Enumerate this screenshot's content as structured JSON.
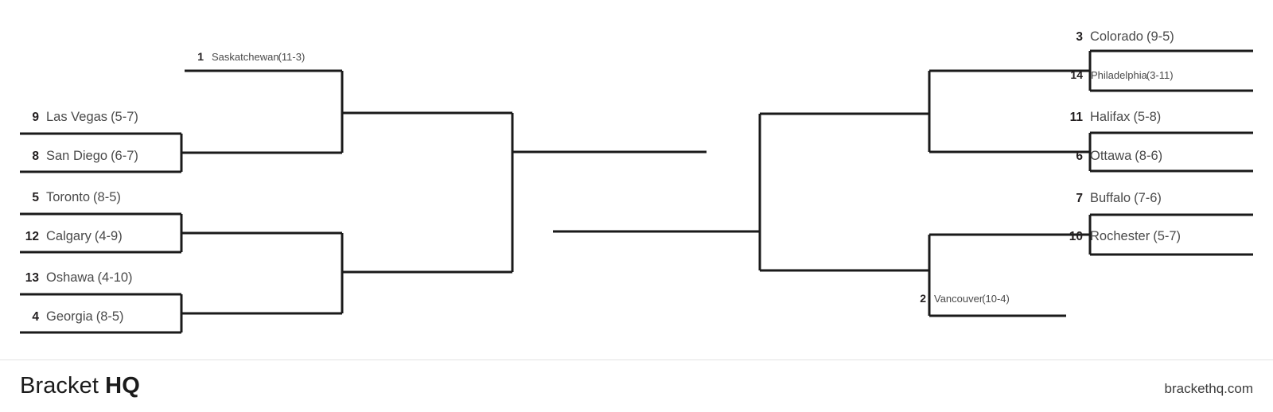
{
  "footer": {
    "brand_light": "Bracket",
    "brand_bold": "HQ",
    "site_url": "brackethq.com"
  },
  "bracket": {
    "line_color": "#1a1a1a",
    "text_color": "#4a4a4a",
    "seed_color": "#231f20",
    "left": {
      "round1": [
        {
          "seed": "1",
          "name": "Saskatchewan",
          "record": "(11-3)"
        },
        {
          "seed": "9",
          "name": "Las Vegas",
          "record": "(5-7)"
        },
        {
          "seed": "8",
          "name": "San Diego",
          "record": "(6-7)"
        },
        {
          "seed": "5",
          "name": "Toronto",
          "record": "(8-5)"
        },
        {
          "seed": "12",
          "name": "Calgary",
          "record": "(4-9)"
        },
        {
          "seed": "13",
          "name": "Oshawa",
          "record": "(4-10)"
        },
        {
          "seed": "4",
          "name": "Georgia",
          "record": "(8-5)"
        }
      ]
    },
    "right": {
      "round1": [
        {
          "seed": "3",
          "name": "Colorado",
          "record": "(9-5)"
        },
        {
          "seed": "14",
          "name": "Philadelphia",
          "record": "(3-11)"
        },
        {
          "seed": "11",
          "name": "Halifax",
          "record": "(5-8)"
        },
        {
          "seed": "6",
          "name": "Ottawa",
          "record": "(8-6)"
        },
        {
          "seed": "7",
          "name": "Buffalo",
          "record": "(7-6)"
        },
        {
          "seed": "10",
          "name": "Rochester",
          "record": "(5-7)"
        },
        {
          "seed": "2",
          "name": "Vancouver",
          "record": "(10-4)"
        }
      ]
    }
  }
}
